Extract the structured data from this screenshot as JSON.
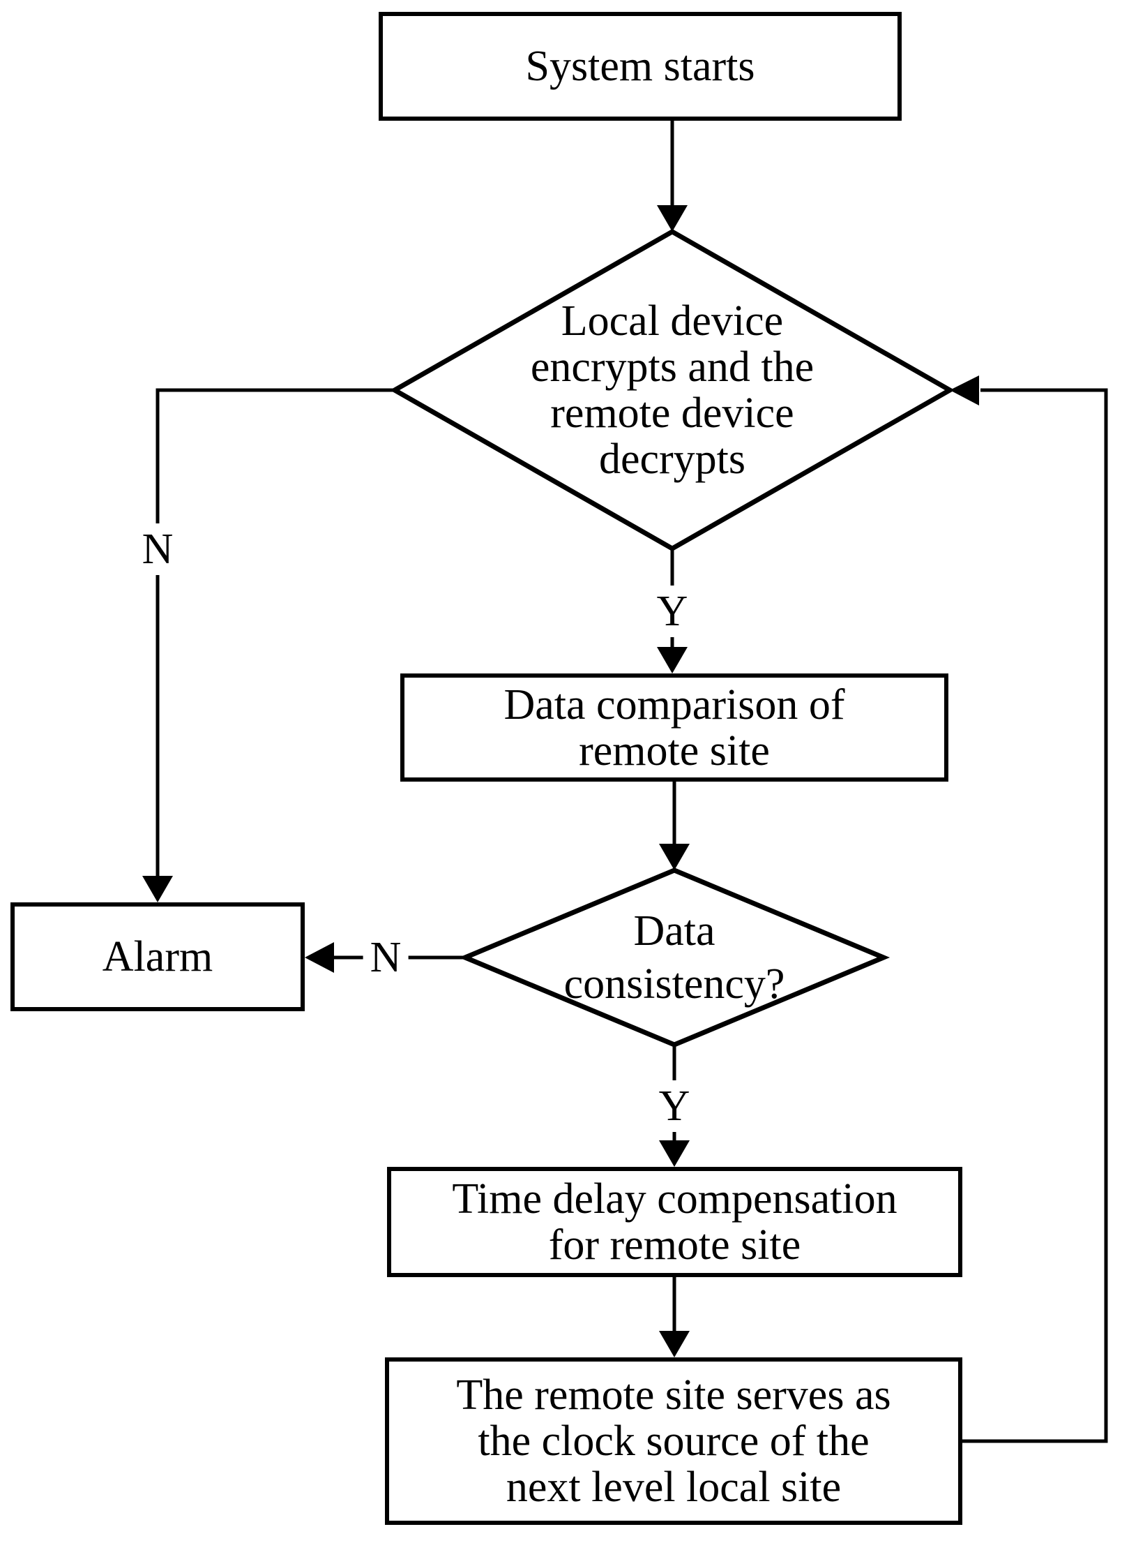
{
  "diagram": {
    "type": "flowchart",
    "background_color": "#ffffff",
    "stroke_color": "#000000",
    "text_color": "#000000",
    "nodes": [
      {
        "id": "system-starts",
        "shape": "rectangle",
        "label": "System starts",
        "lines": [
          "System starts"
        ]
      },
      {
        "id": "encrypt-decrypt",
        "shape": "diamond",
        "label": "Local device encrypts and the remote device decrypts",
        "lines": [
          "Local device",
          "encrypts and the",
          "remote device",
          "decrypts"
        ]
      },
      {
        "id": "data-comparison",
        "shape": "rectangle",
        "label": "Data comparison of remote site",
        "lines": [
          "Data comparison of",
          "remote site"
        ]
      },
      {
        "id": "alarm",
        "shape": "rectangle",
        "label": "Alarm",
        "lines": [
          "Alarm"
        ]
      },
      {
        "id": "data-consistency",
        "shape": "diamond",
        "label": "Data consistency?",
        "lines": [
          "Data",
          "consistency?"
        ]
      },
      {
        "id": "time-delay-compensation",
        "shape": "rectangle",
        "label": "Time delay compensation for remote site",
        "lines": [
          "Time delay compensation",
          "for remote site"
        ]
      },
      {
        "id": "clock-source",
        "shape": "rectangle",
        "label": "The remote site serves as the clock source of the next level local site",
        "lines": [
          "The remote site serves as",
          "the clock source of the",
          "next level local site"
        ]
      }
    ],
    "edges": [
      {
        "from": "system-starts",
        "to": "encrypt-decrypt",
        "label": ""
      },
      {
        "from": "encrypt-decrypt",
        "to": "alarm",
        "label": "N"
      },
      {
        "from": "encrypt-decrypt",
        "to": "data-comparison",
        "label": "Y"
      },
      {
        "from": "data-comparison",
        "to": "data-consistency",
        "label": ""
      },
      {
        "from": "data-consistency",
        "to": "alarm",
        "label": "N"
      },
      {
        "from": "data-consistency",
        "to": "time-delay-compensation",
        "label": "Y"
      },
      {
        "from": "time-delay-compensation",
        "to": "clock-source",
        "label": ""
      },
      {
        "from": "clock-source",
        "to": "encrypt-decrypt",
        "label": ""
      }
    ]
  }
}
